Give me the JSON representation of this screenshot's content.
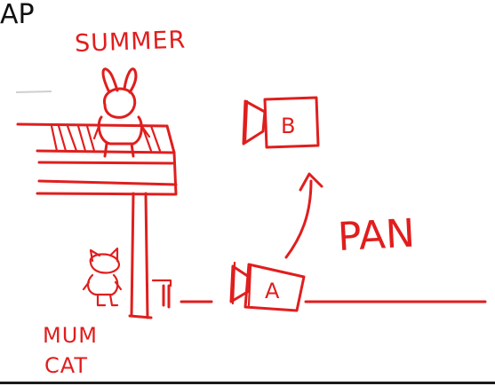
{
  "corner_label": "AP",
  "labels": {
    "summer": "SUMMER",
    "pan": "PAN",
    "mum": "MUM",
    "cat": "CAT",
    "camera_a": "A",
    "camera_b": "B"
  },
  "colors": {
    "ink": "#e01e1e",
    "background": "#ffffff",
    "text": "#111111"
  },
  "icons": {
    "camera_a": "camera-icon",
    "camera_b": "camera-icon",
    "pan_arrow": "arrow-up-icon"
  }
}
